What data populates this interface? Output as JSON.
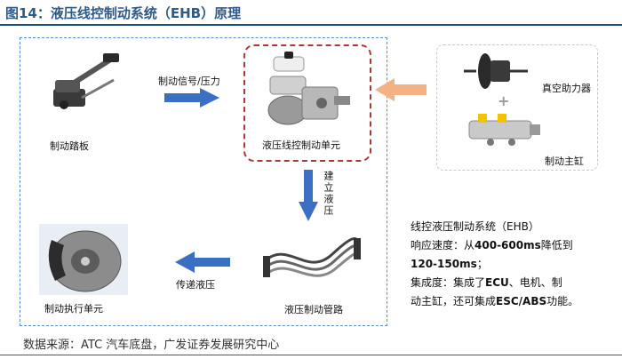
{
  "title": "图14：液压线控制动系统（EHB）原理",
  "labels": {
    "pedal": "制动踏板",
    "signal": "制动信号/压力",
    "ehb_unit": "液压线控制动单元",
    "vacuum_booster": "真空助力器",
    "plus": "+",
    "master_cylinder": "制动主缸",
    "build_pressure": "建立液压",
    "executor": "制动执行单元",
    "transfer": "传递液压",
    "pipeline": "液压制动管路"
  },
  "info": {
    "heading": "线控液压制动系统（EHB）",
    "resp_prefix": "响应速度：从",
    "resp_from": "400-600ms",
    "resp_mid": "降低到",
    "resp_to": "120-150ms",
    "resp_end": "；",
    "int_prefix": "集成度：集成了",
    "int_ecu": "ECU",
    "int_mid1": "、电机、制",
    "int_mid2": "动主缸，还可集成",
    "int_abs": "ESC/ABS",
    "int_end": "功能。"
  },
  "footer": "数据来源：ATC 汽车底盘，广发证券发展研究中心",
  "colors": {
    "title": "#2d5a87",
    "arrow_blue": "#3a6fc4",
    "arrow_orange": "#f4b183",
    "dash_red": "#a63a3a"
  }
}
